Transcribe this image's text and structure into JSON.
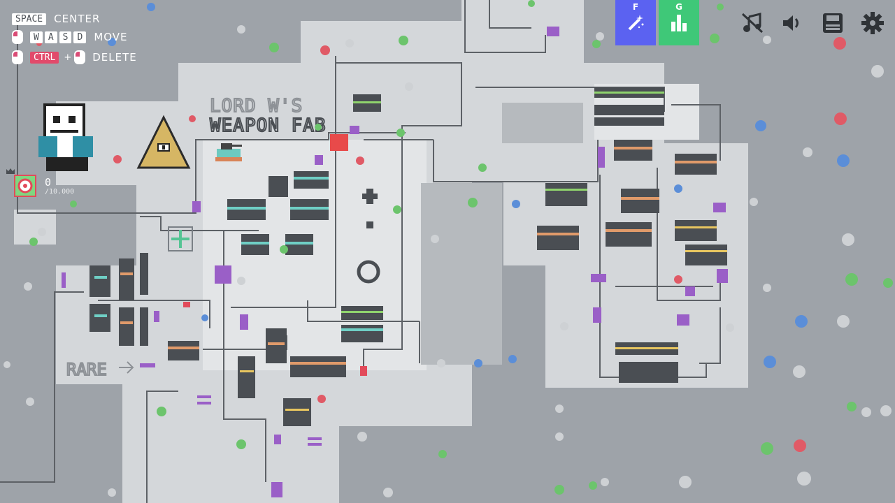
{
  "hud": {
    "center_key": "SPACE",
    "center_label": "CENTER",
    "move_keys": [
      "W",
      "A",
      "S",
      "D"
    ],
    "move_label": "MOVE",
    "ctrl_key": "CTRL",
    "plus": "+",
    "delete_label": "DELETE"
  },
  "toolbar": {
    "f_key": "F",
    "g_key": "G",
    "f_color": "#5b62f1",
    "g_color": "#3fc878"
  },
  "top_icons": [
    "music-off-icon",
    "volume-icon",
    "save-icon",
    "gear-icon"
  ],
  "score": {
    "value": "0",
    "cap": "/10.000"
  },
  "signs": {
    "title_line1": "LORD W'S",
    "title_line2": "WEAPON FAB",
    "rare": "RARE"
  },
  "colors": {
    "background": "#9ea3a9",
    "platform": "#d4d7da",
    "platform_light": "#e3e5e7",
    "wire": "#5d6166",
    "accent_purple": "#9a5fc7",
    "accent_red": "#e04a52"
  }
}
